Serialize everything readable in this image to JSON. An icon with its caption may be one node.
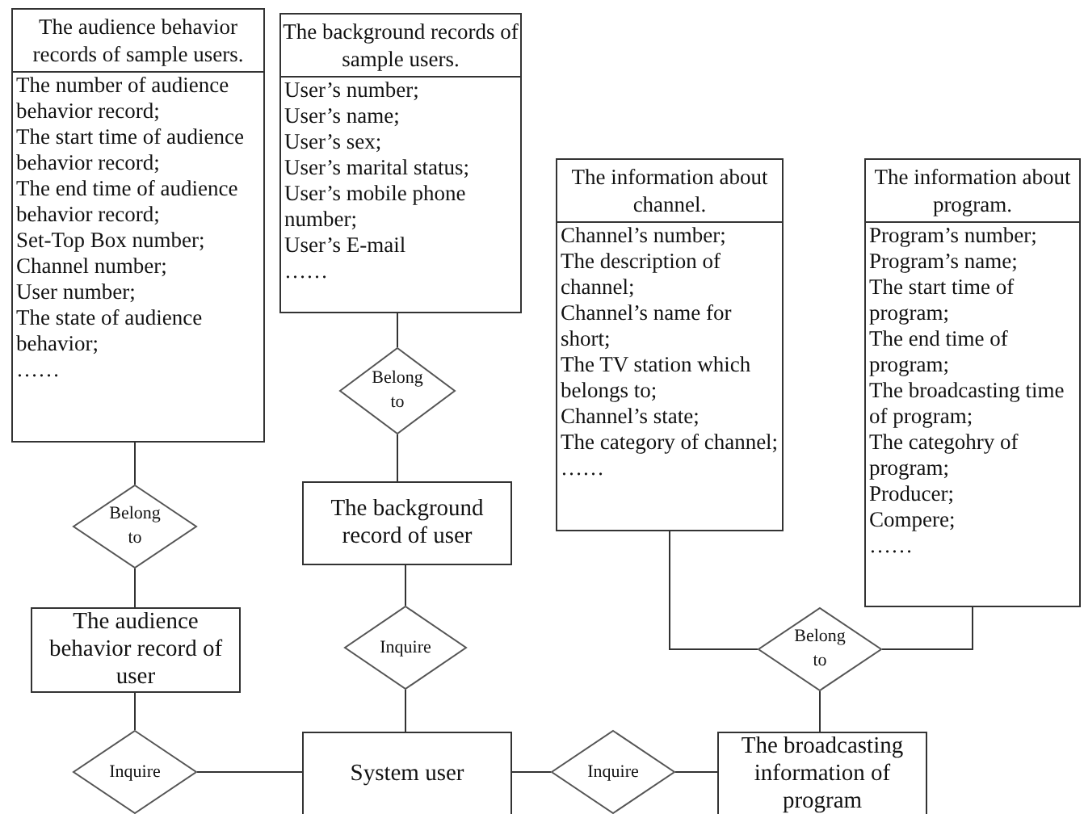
{
  "diagram": {
    "nodes": [
      {
        "text": [
          "The audience behavior records of sample users.",
          "The number of audience behavior record;",
          "The start time of audience behavior record;",
          "The end time of audience behavior record;",
          "Set-Top Box number;",
          "Channel number;",
          "User number;",
          "The state of audience behavior;",
          "……"
        ]
      },
      {
        "text": [
          "The background records of sample users.",
          "User’s number;",
          "User’s name;",
          "User’s sex;",
          "User’s marital status;",
          "User’s mobile phone number;",
          "User’s E-mail",
          "……"
        ]
      },
      {
        "text": [
          "The information about channel.",
          "Channel’s number;",
          "The description of channel;",
          "Channel’s name for short;",
          "The TV station which belongs to;",
          "Channel’s state;",
          "The category of channel;",
          "……"
        ]
      },
      {
        "text": [
          "The information about program.",
          "Program’s number;",
          "Program’s name;",
          "The start time of program;",
          "The end time of program;",
          "The broadcasting time of program;",
          "The categohry of program;",
          "Producer;",
          "Compere;",
          "……"
        ]
      },
      {
        "text": [
          "Belong to"
        ]
      },
      {
        "text": [
          "Belong to"
        ]
      },
      {
        "text": [
          "The background record of user"
        ]
      },
      {
        "text": [
          "The audience behavior record of user"
        ]
      },
      {
        "text": [
          "Inquire"
        ]
      },
      {
        "text": [
          "Belong to"
        ]
      },
      {
        "text": [
          "Inquire"
        ]
      },
      {
        "text": [
          "System user"
        ]
      },
      {
        "text": [
          "Inquire"
        ]
      },
      {
        "text": [
          "The broadcasting information of program"
        ]
      }
    ],
    "edges": [
      {
        "from": 0,
        "to": 5,
        "arrow": "none"
      },
      {
        "from": 5,
        "to": 7,
        "arrow": "none"
      },
      {
        "from": 7,
        "to": 10,
        "arrow": "none"
      },
      {
        "from": 10,
        "to": 11,
        "arrow": "none"
      },
      {
        "from": 1,
        "to": 4,
        "arrow": "none"
      },
      {
        "from": 4,
        "to": 6,
        "arrow": "none"
      },
      {
        "from": 6,
        "to": 8,
        "arrow": "none"
      },
      {
        "from": 8,
        "to": 11,
        "arrow": "none"
      },
      {
        "from": 11,
        "to": 12,
        "arrow": "none"
      },
      {
        "from": 12,
        "to": 13,
        "arrow": "none"
      },
      {
        "from": 2,
        "to": 9,
        "arrow": "none"
      },
      {
        "from": 3,
        "to": 9,
        "arrow": "none"
      },
      {
        "from": 9,
        "to": 13,
        "arrow": "none"
      }
    ]
  }
}
